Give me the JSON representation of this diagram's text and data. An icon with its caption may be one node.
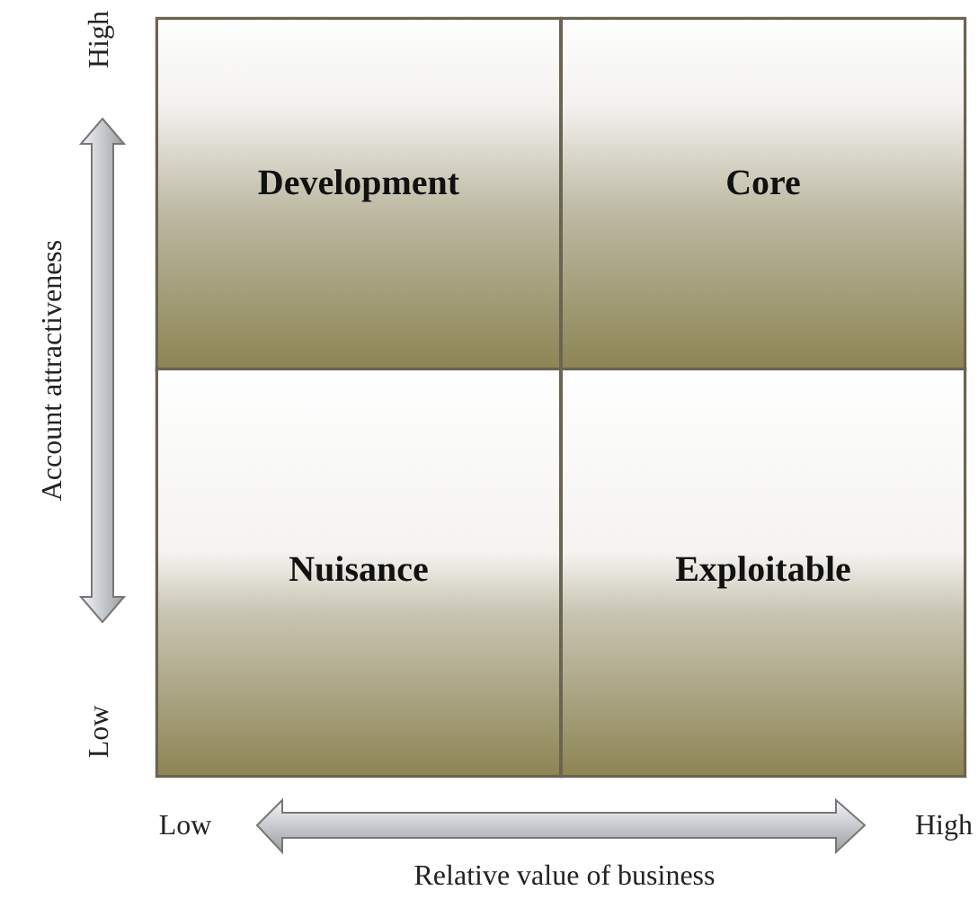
{
  "diagram": {
    "nodes": [
      {
        "text": [
          "Development"
        ]
      },
      {
        "text": [
          "Core"
        ]
      },
      {
        "text": [
          "Nuisance"
        ]
      },
      {
        "text": [
          "Exploitable"
        ]
      }
    ],
    "labels": [
      "High",
      "Account attractiveness",
      "Low",
      "Low",
      "High",
      "Relative value of business"
    ]
  }
}
